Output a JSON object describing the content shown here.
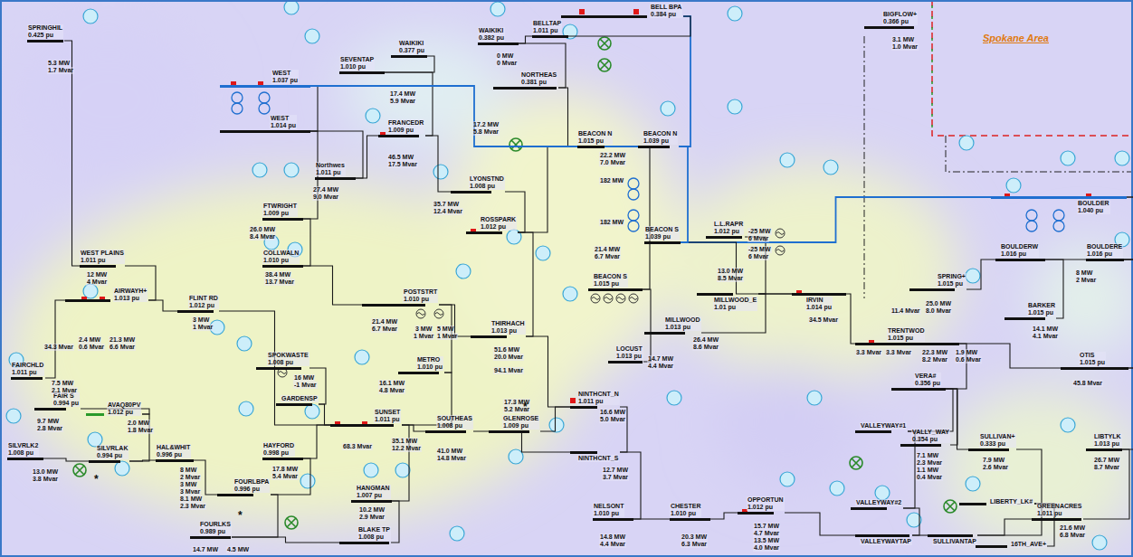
{
  "diagram": {
    "nodes": [
      {
        "text": [
          "SPRINGHIL",
          "0.425 pu"
        ]
      },
      {
        "text": [
          "WEST",
          "1.037 pu"
        ]
      },
      {
        "text": [
          "SEVENTAP",
          "1.010 pu"
        ]
      },
      {
        "text": [
          "WAIKIKI",
          "0.377 pu"
        ]
      },
      {
        "text": [
          "WAIKIKI",
          "0.382 pu"
        ]
      },
      {
        "text": [
          "BELLTAP",
          "1.011 pu"
        ]
      },
      {
        "text": [
          "BELL BPA",
          "0.384 pu"
        ]
      },
      {
        "text": [
          "BIGFLOW+",
          "0.366 pu"
        ]
      },
      {
        "text": [
          "NORTHEAS",
          "0.381 pu"
        ]
      },
      {
        "text": [
          "WEST",
          "1.014 pu"
        ]
      },
      {
        "text": [
          "FRANCEDR",
          "1.009 pu"
        ]
      },
      {
        "text": [
          "BEACON N",
          "1.015 pu"
        ]
      },
      {
        "text": [
          "BEACON N",
          "1.039 pu"
        ]
      },
      {
        "text": [
          "Northwes",
          "1.011 pu"
        ]
      },
      {
        "text": [
          "LYONSTND",
          "1.008 pu"
        ]
      },
      {
        "text": [
          "BOULDER",
          "1.040 pu"
        ]
      },
      {
        "text": [
          "FTWRIGHT",
          "1.009 pu"
        ]
      },
      {
        "text": [
          "ROSSPARK",
          "1.012 pu"
        ]
      },
      {
        "text": [
          "L.L.RAPR",
          "1.012 pu"
        ]
      },
      {
        "text": [
          "BEACON S",
          "1.039 pu"
        ]
      },
      {
        "text": [
          "BOULDERW",
          "1.016 pu"
        ]
      },
      {
        "text": [
          "BOULDERE",
          "1.016 pu"
        ]
      },
      {
        "text": [
          "WEST PLAINS",
          "1.011 pu"
        ]
      },
      {
        "text": [
          "COLLWALN",
          "1.010 pu"
        ]
      },
      {
        "text": [
          "BEACON S",
          "1.015 pu"
        ]
      },
      {
        "text": [
          "AIRWAYH+",
          "1.013 pu"
        ]
      },
      {
        "text": [
          "FLINT RD",
          "1.012 pu"
        ]
      },
      {
        "text": [
          "POSTSTRT",
          "1.010 pu"
        ]
      },
      {
        "text": [
          "MILLWOOD_E",
          "1.01 pu"
        ]
      },
      {
        "text": [
          "IRVIN",
          "1.014 pu"
        ]
      },
      {
        "text": [
          "SPRING+",
          "1.015 pu"
        ]
      },
      {
        "text": [
          "BARKER",
          "1.015 pu"
        ]
      },
      {
        "text": [
          "THIRHACH",
          "1.013 pu"
        ]
      },
      {
        "text": [
          "MILLWOOD",
          "1.013 pu"
        ]
      },
      {
        "text": [
          "TRENTWOD",
          "1.015 pu"
        ]
      },
      {
        "text": [
          "LOCUST",
          "1.013 pu"
        ]
      },
      {
        "text": [
          "OTIS",
          "1.015 pu"
        ]
      },
      {
        "text": [
          "SPOKWASTE",
          "1.008 pu"
        ]
      },
      {
        "text": [
          "METRO",
          "1.010 pu"
        ]
      },
      {
        "text": [
          "FAIRCHLD",
          "1.011 pu"
        ]
      },
      {
        "text": [
          "GARDENSP"
        ]
      },
      {
        "text": [
          "VERA#",
          "0.356 pu"
        ]
      },
      {
        "text": [
          "FAIR S",
          "0.994 pu"
        ]
      },
      {
        "text": [
          "AVAQ80PV",
          "1.012 pu"
        ]
      },
      {
        "text": [
          "NINTHCNT_N",
          "1.011 pu"
        ]
      },
      {
        "text": [
          "GLENROSE",
          "1.009 pu"
        ]
      },
      {
        "text": [
          "SUNSET",
          "1.011 pu"
        ]
      },
      {
        "text": [
          "SOUTHEAS",
          "1.008 pu"
        ]
      },
      {
        "text": [
          "VALLEYWAY#1"
        ]
      },
      {
        "text": [
          "VALLY_WAY",
          "0.354 pu"
        ]
      },
      {
        "text": [
          "SULLIVAN+",
          "0.333 pu"
        ]
      },
      {
        "text": [
          "LIBTYLK",
          "1.013 pu"
        ]
      },
      {
        "text": [
          "SILVRLK2",
          "1.008 pu"
        ]
      },
      {
        "text": [
          "SILVRLAK",
          "0.994 pu"
        ]
      },
      {
        "text": [
          "HAL&WHIT",
          "0.996 pu"
        ]
      },
      {
        "text": [
          "HAYFORD",
          "0.998 pu"
        ]
      },
      {
        "text": [
          "NINTHCNT_S"
        ]
      },
      {
        "text": [
          "FOURLBPA",
          "0.996 pu"
        ]
      },
      {
        "text": [
          "HANGMAN",
          "1.007 pu"
        ]
      },
      {
        "text": [
          "LIBERTY_LK#"
        ]
      },
      {
        "text": [
          "VALLEYWAY#2"
        ]
      },
      {
        "text": [
          "OPPORTUN",
          "1.012 pu"
        ]
      },
      {
        "text": [
          "NELSONT",
          "1.010 pu"
        ]
      },
      {
        "text": [
          "CHESTER",
          "1.010 pu"
        ]
      },
      {
        "text": [
          "GREENACRES",
          "1.011 pu"
        ]
      },
      {
        "text": [
          "FOURLKS",
          "0.989 pu"
        ]
      },
      {
        "text": [
          "BLAKE TP",
          "1.008 pu"
        ]
      },
      {
        "text": [
          "VALLEYWAYTAP"
        ]
      },
      {
        "text": [
          "SULLIVANTAP"
        ]
      },
      {
        "text": [
          "16TH_AVE+"
        ]
      }
    ],
    "edges": [
      {
        "from": 0,
        "to": 22,
        "arrow": "none"
      },
      {
        "from": 22,
        "to": 25,
        "arrow": "none"
      },
      {
        "from": 25,
        "to": 39,
        "arrow": "none"
      },
      {
        "from": 25,
        "to": 26,
        "arrow": "none"
      },
      {
        "from": 26,
        "to": 46,
        "arrow": "none"
      },
      {
        "from": 1,
        "to": 9,
        "arrow": "none"
      },
      {
        "from": 9,
        "to": 13,
        "arrow": "none"
      },
      {
        "from": 13,
        "to": 10,
        "arrow": "none"
      },
      {
        "from": 10,
        "to": 2,
        "arrow": "none"
      },
      {
        "from": 2,
        "to": 3,
        "arrow": "none"
      },
      {
        "from": 10,
        "to": 14,
        "arrow": "none"
      },
      {
        "from": 14,
        "to": 17,
        "arrow": "none"
      },
      {
        "from": 9,
        "to": 16,
        "arrow": "none"
      },
      {
        "from": 16,
        "to": 23,
        "arrow": "none"
      },
      {
        "from": 23,
        "to": 27,
        "arrow": "none"
      },
      {
        "from": 27,
        "to": 32,
        "arrow": "none"
      },
      {
        "from": 17,
        "to": 32,
        "arrow": "none"
      },
      {
        "from": 17,
        "to": 11,
        "arrow": "none"
      },
      {
        "from": 27,
        "to": 38,
        "arrow": "none"
      },
      {
        "from": 38,
        "to": 46,
        "arrow": "none"
      },
      {
        "from": 32,
        "to": 44,
        "arrow": "none"
      },
      {
        "from": 44,
        "to": 56,
        "arrow": "none"
      },
      {
        "from": 46,
        "to": 47,
        "arrow": "none"
      },
      {
        "from": 47,
        "to": 56,
        "arrow": "none"
      },
      {
        "from": 45,
        "to": 44,
        "arrow": "none"
      },
      {
        "from": 46,
        "to": 55,
        "arrow": "none"
      },
      {
        "from": 46,
        "to": 40,
        "arrow": "none"
      },
      {
        "from": 37,
        "to": 40,
        "arrow": "none"
      },
      {
        "from": 46,
        "to": 58,
        "arrow": "none"
      },
      {
        "from": 58,
        "to": 66,
        "arrow": "none"
      },
      {
        "from": 65,
        "to": 66,
        "arrow": "none"
      },
      {
        "from": 55,
        "to": 57,
        "arrow": "none"
      },
      {
        "from": 57,
        "to": 65,
        "arrow": "none"
      },
      {
        "from": 54,
        "to": 57,
        "arrow": "none"
      },
      {
        "from": 53,
        "to": 54,
        "arrow": "none"
      },
      {
        "from": 52,
        "to": 53,
        "arrow": "none"
      },
      {
        "from": 42,
        "to": 43,
        "arrow": "none"
      },
      {
        "from": 43,
        "to": 53,
        "arrow": "none"
      },
      {
        "from": 56,
        "to": 62,
        "arrow": "none"
      },
      {
        "from": 62,
        "to": 63,
        "arrow": "none"
      },
      {
        "from": 63,
        "to": 61,
        "arrow": "none"
      },
      {
        "from": 61,
        "to": 67,
        "arrow": "none"
      },
      {
        "from": 67,
        "to": 68,
        "arrow": "none"
      },
      {
        "from": 68,
        "to": 64,
        "arrow": "none"
      },
      {
        "from": 64,
        "to": 51,
        "arrow": "none"
      },
      {
        "from": 51,
        "to": 36,
        "arrow": "none"
      },
      {
        "from": 36,
        "to": 21,
        "arrow": "none"
      },
      {
        "from": 15,
        "to": 20,
        "arrow": "none"
      },
      {
        "from": 15,
        "to": 21,
        "arrow": "none"
      },
      {
        "from": 20,
        "to": 30,
        "arrow": "none"
      },
      {
        "from": 20,
        "to": 31,
        "arrow": "none"
      },
      {
        "from": 29,
        "to": 28,
        "arrow": "none"
      },
      {
        "from": 28,
        "to": 33,
        "arrow": "none"
      },
      {
        "from": 28,
        "to": 18,
        "arrow": "none"
      },
      {
        "from": 29,
        "to": 34,
        "arrow": "none"
      },
      {
        "from": 34,
        "to": 41,
        "arrow": "none"
      },
      {
        "from": 41,
        "to": 49,
        "arrow": "none"
      },
      {
        "from": 41,
        "to": 50,
        "arrow": "none"
      },
      {
        "from": 41,
        "to": 48,
        "arrow": "none"
      },
      {
        "from": 48,
        "to": 60,
        "arrow": "none"
      },
      {
        "from": 60,
        "to": 67,
        "arrow": "none"
      },
      {
        "from": 50,
        "to": 59,
        "arrow": "none"
      },
      {
        "from": 59,
        "to": 69,
        "arrow": "none"
      },
      {
        "from": 59,
        "to": 68,
        "arrow": "none"
      },
      {
        "from": 11,
        "to": 12,
        "arrow": "none"
      },
      {
        "from": 24,
        "to": 11,
        "arrow": "none"
      },
      {
        "from": 24,
        "to": 35,
        "arrow": "none"
      },
      {
        "from": 12,
        "to": 6,
        "arrow": "none"
      },
      {
        "from": 6,
        "to": 5,
        "arrow": "none"
      },
      {
        "from": 5,
        "to": 4,
        "arrow": "none"
      },
      {
        "from": 4,
        "to": 8,
        "arrow": "none"
      },
      {
        "from": 8,
        "to": 11,
        "arrow": "none"
      },
      {
        "from": 19,
        "to": 15,
        "arrow": "none"
      },
      {
        "from": 19,
        "to": 29,
        "arrow": "none"
      },
      {
        "from": 12,
        "to": 19,
        "arrow": "none"
      },
      {
        "from": 1,
        "to": 12,
        "arrow": "none"
      },
      {
        "from": 34,
        "to": 36,
        "arrow": "none"
      }
    ],
    "labels": [
      "Spokane Area",
      "5.3 MW",
      "1.7 Mvar",
      "17.4 MW",
      "5.9 Mvar",
      "0 MW",
      "0 Mvar",
      "17.2 MW",
      "5.8 Mvar",
      "3.1 MW",
      "1.0 Mvar",
      "46.5 MW",
      "17.5 Mvar",
      "27.4 MW",
      "9.0 Mvar",
      "35.7 MW",
      "12.4 Mvar",
      "22.2 MW",
      "7.0 Mvar",
      "182 MW",
      "182 MW",
      "21.4 MW",
      "6.7 Mvar",
      "-25 MW",
      "6 Mvar",
      "-25 MW",
      "6 Mvar",
      "13.0 MW",
      "8.5 Mvar",
      "8 MW",
      "2 Mvar",
      "26.0 MW",
      "8.4 Mvar",
      "12 MW",
      "4 Mvar",
      "38.4 MW",
      "13.7 Mvar",
      "3 MW",
      "1 Mvar",
      "34.3 Mvar",
      "2.4 MW",
      "0.6 Mvar",
      "21.3 MW",
      "6.6 Mvar",
      "21.4 MW",
      "6.7 Mvar",
      "3 MW",
      "5 MW",
      "1 Mvar",
      "1 Mvar",
      "51.6 MW",
      "20.0 Mvar",
      "94.1 Mvar",
      "26.4 MW",
      "8.6 Mvar",
      "34.5 Mvar",
      "25.0 MW",
      "8.0 Mvar",
      "11.4 Mvar",
      "14.1 MW",
      "4.1 Mvar",
      "14.7 MW",
      "4.4 Mvar",
      "16.1 MW",
      "4.8 Mvar",
      "16 MW",
      "-1 Mvar",
      "7.5 MW",
      "2.1 Mvar",
      "9.7 MW",
      "2.8 Mvar",
      "2.0 MW",
      "1.8 Mvar",
      "13.0 MW",
      "3.8 Mvar",
      "8 MW",
      "2 Mvar",
      "3 MW",
      "3 Mvar",
      "8.1 MW",
      "2.3 Mvar",
      "17.8 MW",
      "5.4 Mvar",
      "68.3 Mvar",
      "35.1 MW",
      "12.2 Mvar",
      "41.0 MW",
      "14.8 Mvar",
      "17.3 MW",
      "5.2 Mvar",
      "16.6 MW",
      "5.0 Mvar",
      "12.7 MW",
      "3.7 Mvar",
      "10.2 MW",
      "2.9 Mvar",
      "14.8 MW",
      "4.4 Mvar",
      "20.3 MW",
      "6.3 Mvar",
      "15.7 MW",
      "4.7 Mvar",
      "13.5 MW",
      "4.0 Mvar",
      "22.3 MW",
      "8.2 Mvar",
      "1.9 MW",
      "0.6 Mvar",
      "3.3 Mvar",
      "3.3 Mvar",
      "45.8 Mvar",
      "7.1 MW",
      "2.3 Mvar",
      "1.1 MW",
      "0.4 Mvar",
      "7.9 MW",
      "2.6 Mvar",
      "26.7 MW",
      "8.7 Mvar",
      "21.6 MW",
      "6.8 Mvar",
      "14.7 MW",
      "4.5 MW",
      "*",
      "*",
      "*"
    ]
  }
}
